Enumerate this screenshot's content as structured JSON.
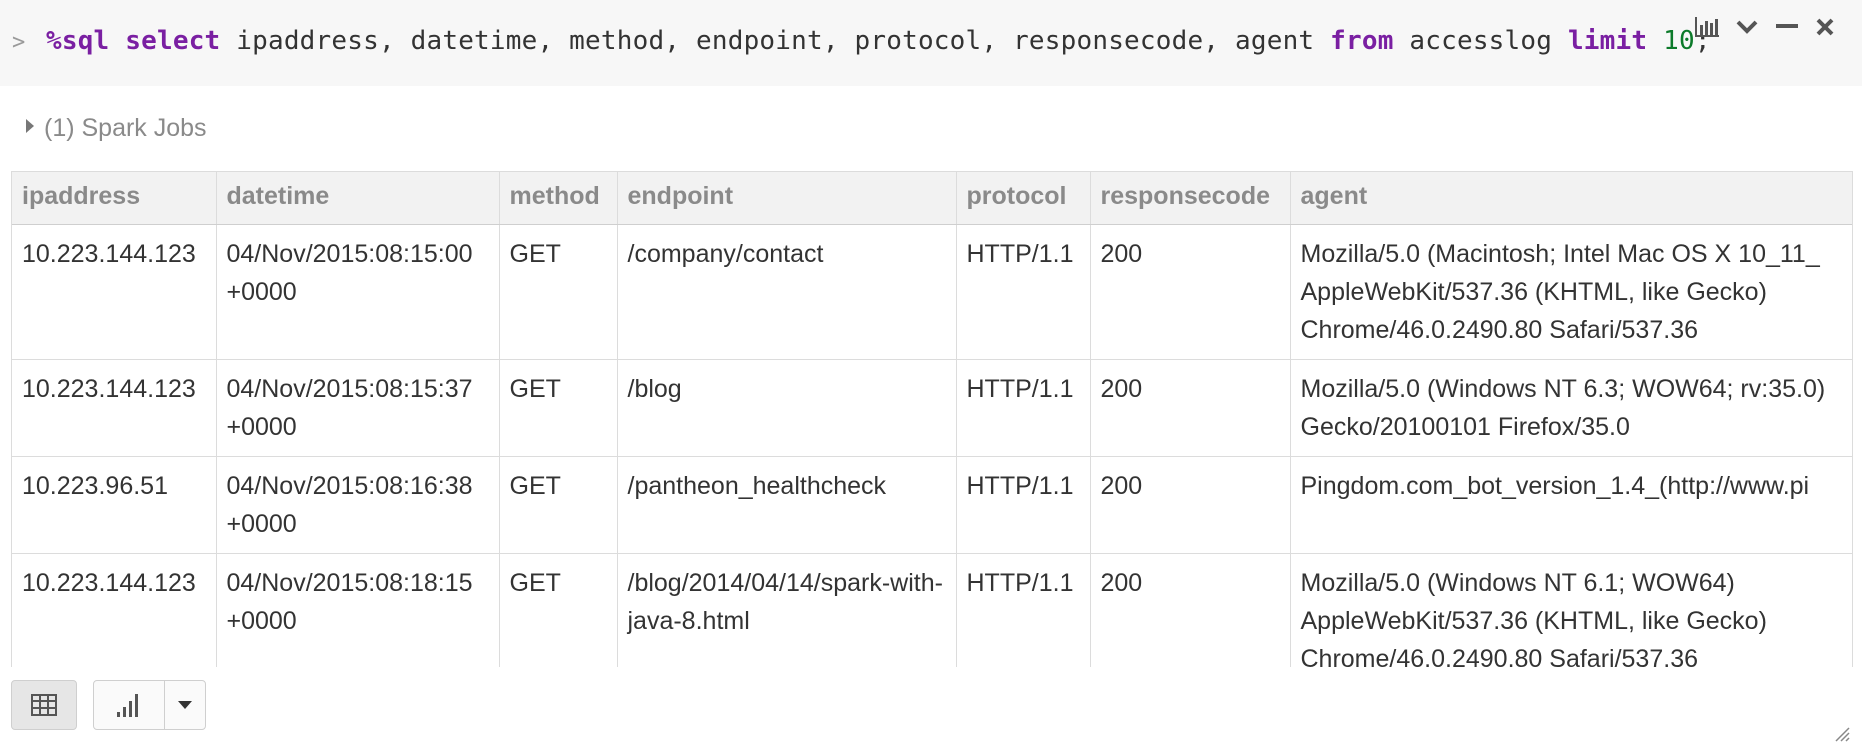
{
  "command": {
    "prompt_glyph": ">",
    "magic": "%sql",
    "kw_select": "select",
    "columns_text": " ipaddress, datetime, method, endpoint, protocol, responsecode, agent ",
    "kw_from": "from",
    "table_text": " accesslog ",
    "kw_limit": "limit",
    "limit_value": "10",
    "terminator": ";"
  },
  "cell_actions": [
    {
      "name": "chart-icon"
    },
    {
      "name": "chevron-down-icon"
    },
    {
      "name": "minimize-icon"
    },
    {
      "name": "close-icon"
    }
  ],
  "spark_jobs": {
    "label": "(1) Spark Jobs"
  },
  "table": {
    "headers": [
      "ipaddress",
      "datetime",
      "method",
      "endpoint",
      "protocol",
      "responsecode",
      "agent"
    ],
    "rows": [
      [
        "10.223.144.123",
        "04/Nov/2015:08:15:00 +0000",
        "GET",
        "/company/contact",
        "HTTP/1.1",
        "200",
        "Mozilla/5.0 (Macintosh; Intel Mac OS X 10_11_ AppleWebKit/537.36 (KHTML, like Gecko) Chrome/46.0.2490.80 Safari/537.36"
      ],
      [
        "10.223.144.123",
        "04/Nov/2015:08:15:37 +0000",
        "GET",
        "/blog",
        "HTTP/1.1",
        "200",
        "Mozilla/5.0 (Windows NT 6.3; WOW64; rv:35.0) Gecko/20100101 Firefox/35.0"
      ],
      [
        "10.223.96.51",
        "04/Nov/2015:08:16:38 +0000",
        "GET",
        "/pantheon_healthcheck",
        "HTTP/1.1",
        "200",
        "Pingdom.com_bot_version_1.4_(http://www.pi"
      ],
      [
        "10.223.144.123",
        "04/Nov/2015:08:18:15 +0000",
        "GET",
        "/blog/2014/04/14/spark-with-java-8.html",
        "HTTP/1.1",
        "200",
        "Mozilla/5.0 (Windows NT 6.1; WOW64) AppleWebKit/537.36 (KHTML, like Gecko) Chrome/46.0.2490.80 Safari/537.36"
      ]
    ]
  },
  "toolbar": {
    "table_view": "table-icon",
    "chart_view": "bar-chart-icon",
    "dropdown": "caret-down-icon"
  }
}
